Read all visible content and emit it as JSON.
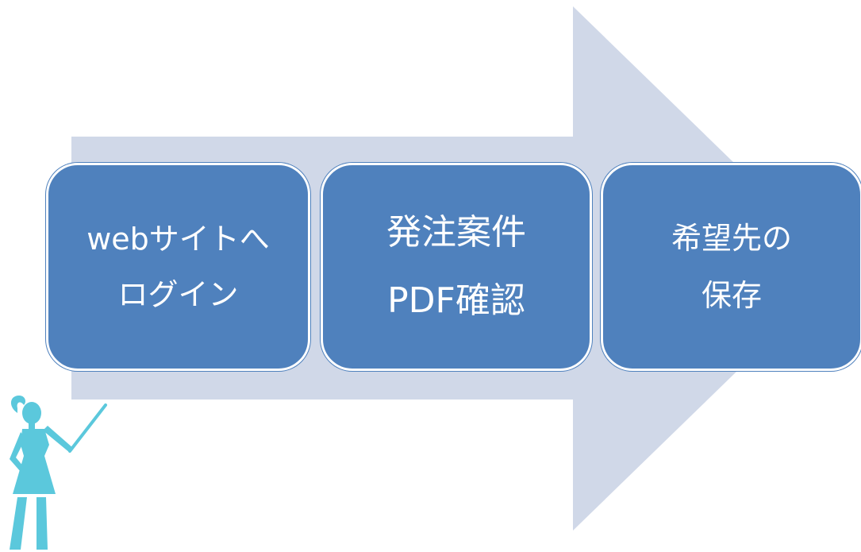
{
  "colors": {
    "arrow": "#d0d8e8",
    "box_fill": "#4f81bd",
    "box_border": "#ffffff",
    "box_text": "#ffffff",
    "figure": "#5bc8dc"
  },
  "steps": [
    {
      "line1": "webサイトへ",
      "line2": "ログイン"
    },
    {
      "line1": "発注案件",
      "line2": "PDF確認"
    },
    {
      "line1": "希望先の",
      "line2": "保存"
    }
  ],
  "decoration": {
    "arrow_icon": "right-arrow",
    "figure_icon": "teacher-with-pointer"
  }
}
